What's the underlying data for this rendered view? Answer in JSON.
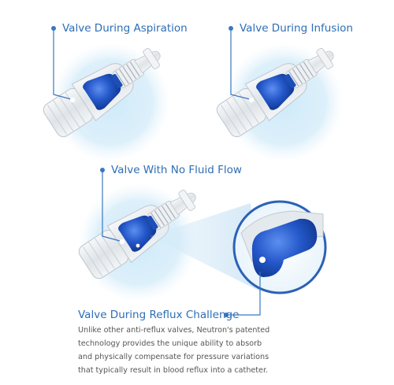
{
  "labels": {
    "aspiration": "Valve During Aspiration",
    "infusion": "Valve During Infusion",
    "no_flow": "Valve With No Fluid Flow",
    "reflux": "Valve During Reflux Challenge"
  },
  "caption_lines": [
    "Unlike other anti-reflux valves, Neutron's patented",
    "technology provides the unique ability to absorb",
    "and physically compensate for pressure variations",
    "that typically result in blood reflux into a catheter."
  ],
  "colors": {
    "label_text": "#2e6eb5",
    "callout_line": "#3a78c0",
    "valve_blue": "#1f57c4",
    "glow_blue": "#bfe4f7"
  }
}
